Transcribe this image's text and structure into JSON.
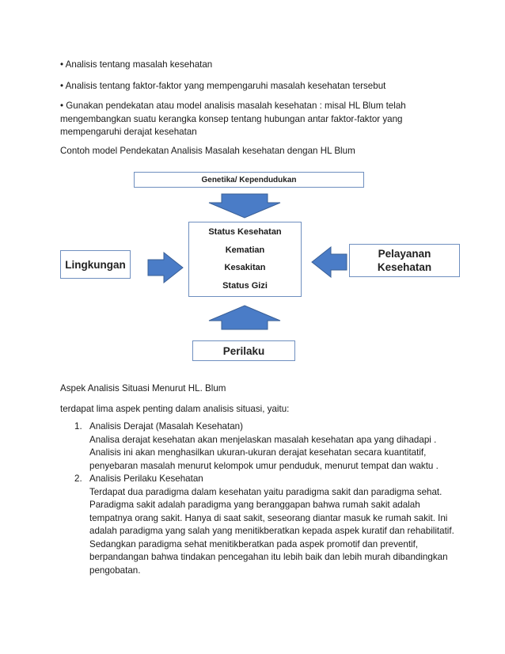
{
  "bullets": [
    "• Analisis tentang masalah kesehatan",
    "• Analisis tentang faktor-faktor yang mempengaruhi masalah kesehatan tersebut",
    "• Gunakan pendekatan atau model analisis masalah kesehatan : misal HL Blum telah mengembangkan suatu kerangka konsep tentang hubungan antar faktor-faktor yang mempengaruhi derajat kesehatan"
  ],
  "diagram_intro": "Contoh model Pendekatan Analisis Masalah kesehatan dengan HL Blum",
  "diagram": {
    "top_box": "Genetika/ Kependudukan",
    "center": [
      "Status Kesehatan",
      "Kematian",
      "Kesakitan",
      "Status Gizi"
    ],
    "left_box": "Lingkungan",
    "right_box_line1": "Pelayanan",
    "right_box_line2": "Kesehatan",
    "bottom_box": "Perilaku",
    "arrow_color": "#4a7cc7",
    "arrow_stroke": "#3a5f96"
  },
  "section_title": "Aspek Analisis Situasi Menurut HL. Blum",
  "section_intro": "terdapat lima aspek penting dalam analisis situasi, yaitu:",
  "list": [
    {
      "num": "1.",
      "title": "Analisis Derajat (Masalah Kesehatan)",
      "body": "Analisa derajat kesehatan akan menjelaskan masalah kesehatan apa yang dihadapi . Analisis ini akan menghasilkan ukuran-ukuran derajat kesehatan secara kuantitatif, penyebaran masalah menurut kelompok umur penduduk, menurut tempat dan waktu ."
    },
    {
      "num": "2.",
      "title": "Analisis Perilaku Kesehatan",
      "body": "Terdapat dua paradigma dalam kesehatan yaitu paradigma sakit dan paradigma sehat. Paradigma sakit adalah paradigma yang beranggapan bahwa rumah sakit adalah tempatnya orang sakit. Hanya di saat sakit, seseorang diantar masuk ke rumah sakit. Ini adalah paradigma yang salah yang menitikberatkan kepada aspek kuratif dan rehabilitatif. Sedangkan paradigma sehat menitikberatkan pada aspek promotif dan preventif, berpandangan bahwa tindakan pencegahan itu lebih baik dan lebih murah dibandingkan pengobatan."
    }
  ]
}
